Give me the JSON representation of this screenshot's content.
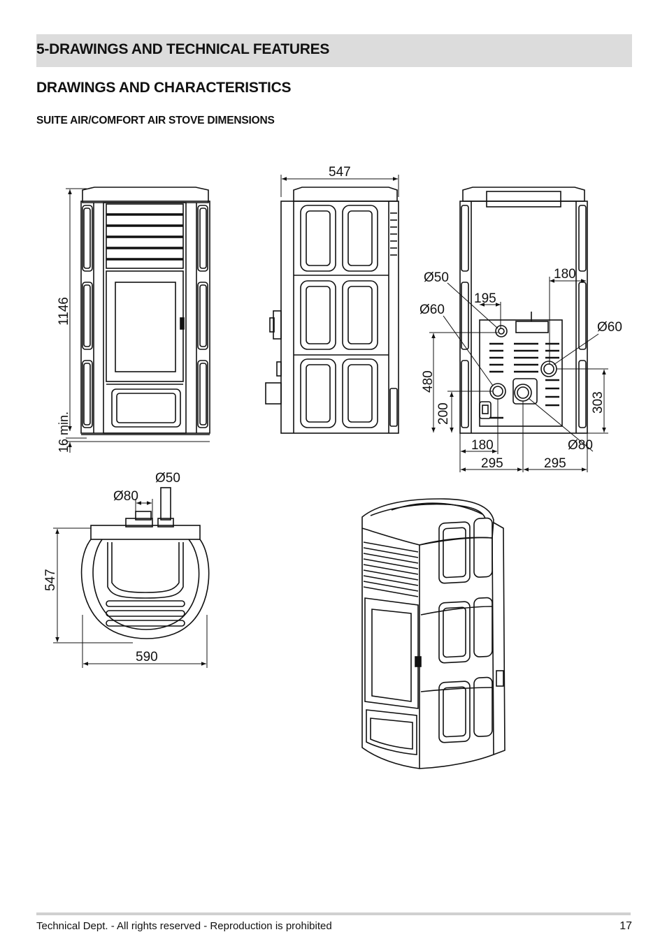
{
  "section_title": "5-DRAWINGS AND TECHNICAL FEATURES",
  "subsection_title": "DRAWINGS AND CHARACTERISTICS",
  "figure_title": "SUITE AIR/COMFORT AIR STOVE DIMENSIONS",
  "dimensions": {
    "front_height": "1146",
    "front_clearance": "16 min.",
    "side_width": "547",
    "rear_d50": "Ø50",
    "rear_d60_left": "Ø60",
    "rear_195": "195",
    "rear_180_top": "180",
    "rear_d60_right": "Ø60",
    "rear_480": "480",
    "rear_200": "200",
    "rear_303": "303",
    "rear_180_bottom": "180",
    "rear_d80": "Ø80",
    "rear_295_left": "295",
    "rear_295_right": "295",
    "top_d50": "Ø50",
    "top_d80": "Ø80",
    "top_depth": "547",
    "top_width": "590"
  },
  "footer": {
    "note": "Technical Dept. - All rights reserved - Reproduction is prohibited",
    "page_number": "17"
  }
}
